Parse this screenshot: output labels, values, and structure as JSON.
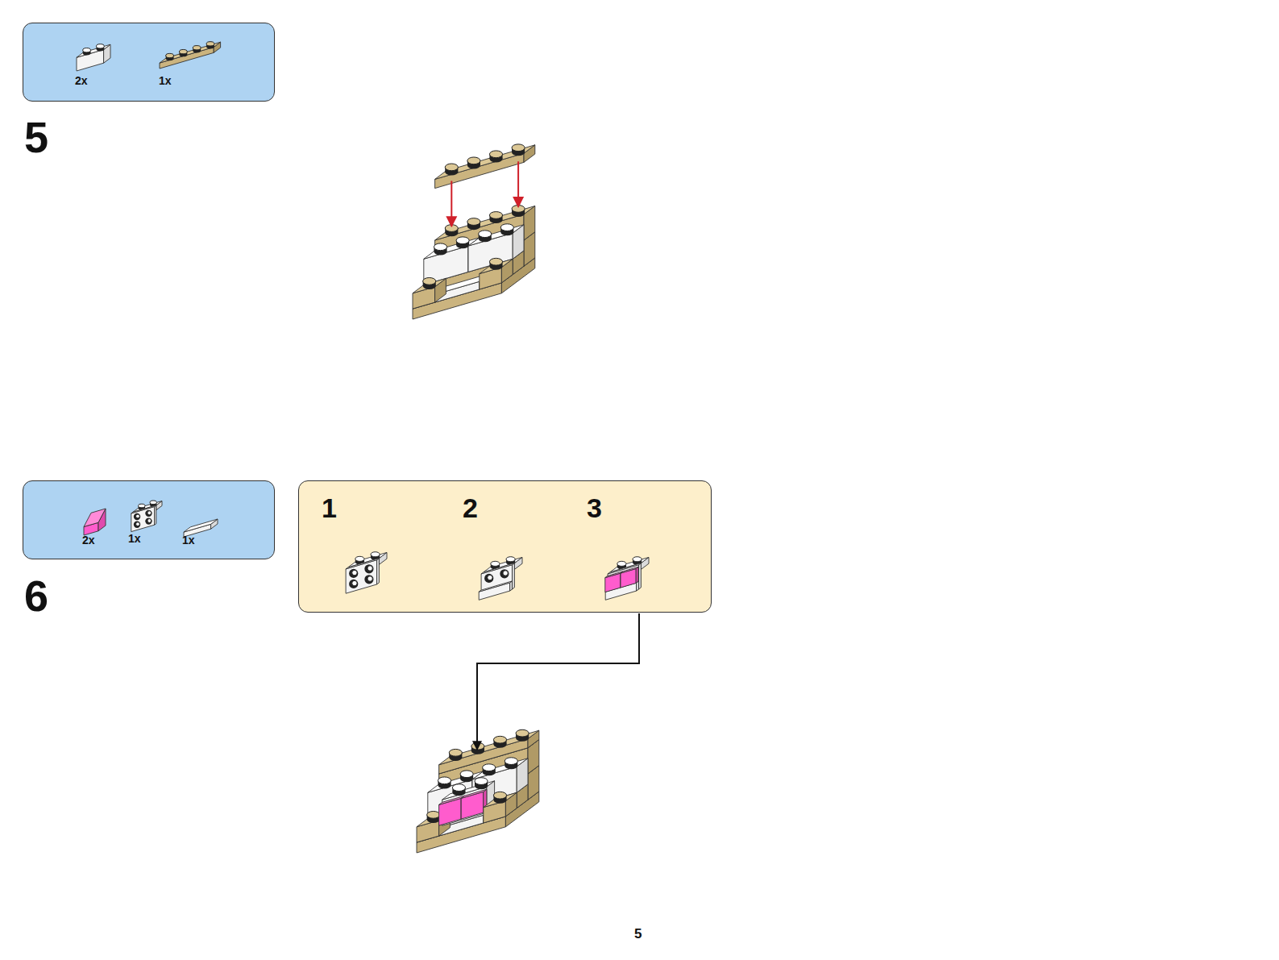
{
  "diagram": {
    "nodes": [
      {
        "text": [
          "2x",
          "1x"
        ]
      },
      {
        "text": [
          "2x",
          "1x",
          "1x"
        ]
      },
      {
        "text": [
          "1",
          "2",
          "3"
        ]
      }
    ],
    "labels": [
      "5",
      "6",
      "5"
    ]
  }
}
